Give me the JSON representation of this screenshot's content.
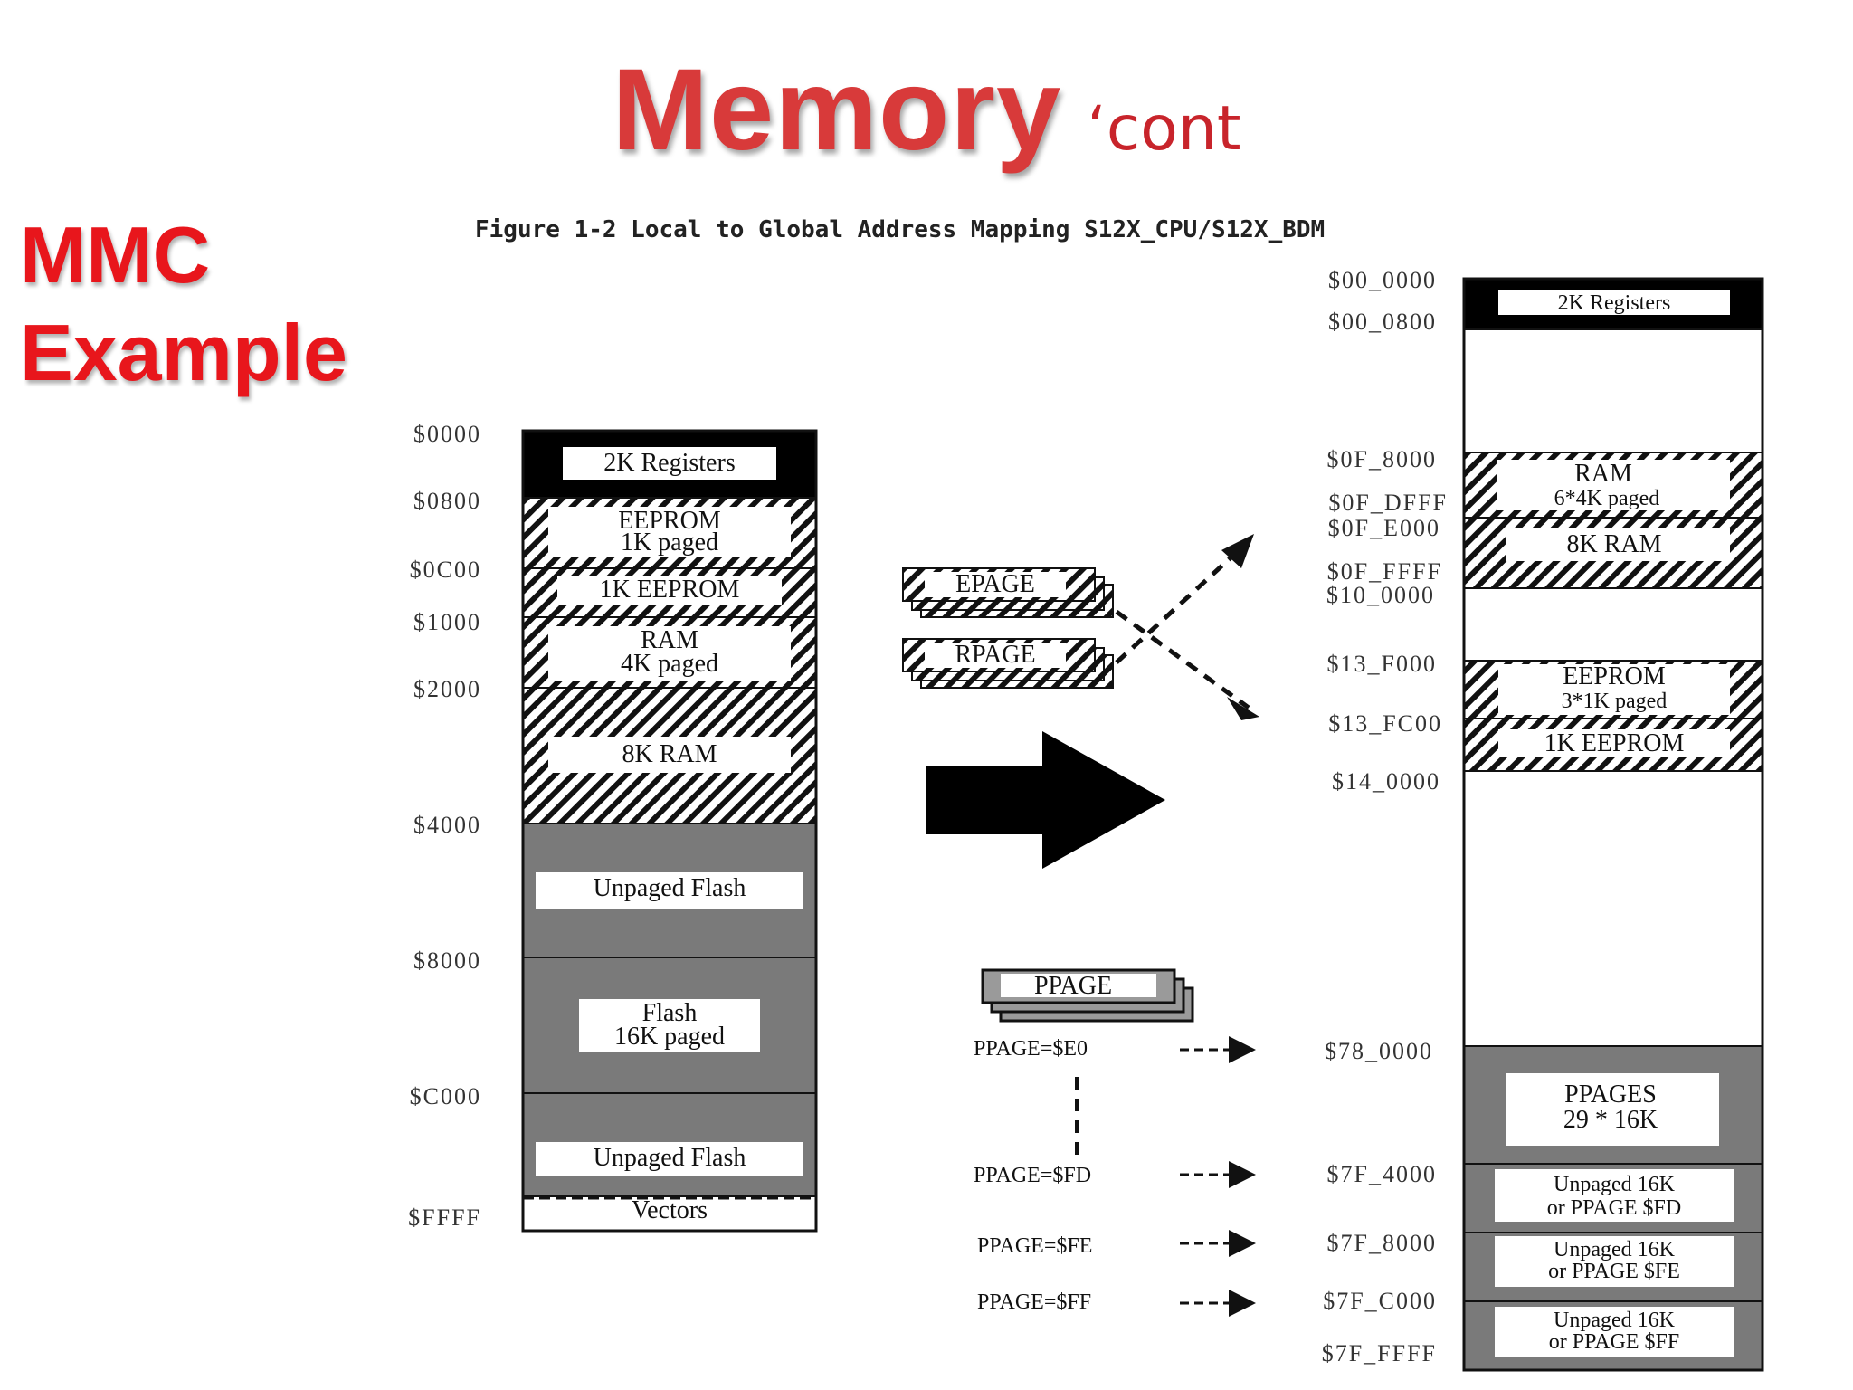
{
  "title": {
    "main": "Memory",
    "suffix": "‘cont"
  },
  "side_label": {
    "line1": "MMC",
    "line2": "Example"
  },
  "figure": {
    "caption": "Figure 1-2   Local to Global Address Mapping S12X_CPU/S12X_BDM",
    "local_addresses": [
      "$0000",
      "$0800",
      "$0C00",
      "$1000",
      "$2000",
      "$4000",
      "$8000",
      "$C000",
      "$FFFF"
    ],
    "local_blocks": {
      "registers": "2K Registers",
      "eeprom_paged_1": "EEPROM",
      "eeprom_paged_2": "1K paged",
      "eeprom_1k": "1K EEPROM",
      "ram_paged_1": "RAM",
      "ram_paged_2": "4K paged",
      "ram_8k": "8K RAM",
      "unpaged_flash_1": "Unpaged Flash",
      "flash_paged_1": "Flash",
      "flash_paged_2": "16K paged",
      "unpaged_flash_2": "Unpaged Flash",
      "vectors": "Vectors"
    },
    "page_registers": {
      "epage": "EPAGE",
      "rpage": "RPAGE",
      "ppage": "PPAGE"
    },
    "global_addresses": {
      "a1": "$00_0000",
      "a2": "$00_0800",
      "a3": "$0F_8000",
      "a4": "$0F_DFFF",
      "a5": "$0F_E000",
      "a6": "$0F_FFFF",
      "a7": "$10_0000",
      "a8": "$13_F000",
      "a9": "$13_FC00",
      "a10": "$14_0000",
      "a11": "$78_0000",
      "a12": "$7F_4000",
      "a13": "$7F_8000",
      "a14": "$7F_C000",
      "a15": "$7F_FFFF"
    },
    "ppage_values": {
      "p1": "PPAGE=$E0",
      "p2": "PPAGE=$FD",
      "p3": "PPAGE=$FE",
      "p4": "PPAGE=$FF"
    },
    "global_blocks": {
      "registers": "2K Registers",
      "ram_1": "RAM",
      "ram_2": "6*4K paged",
      "ram_8k": "8K RAM",
      "eeprom_1": "EEPROM",
      "eeprom_2": "3*1K paged",
      "eeprom_1k": "1K EEPROM",
      "ppages_1": "PPAGES",
      "ppages_2": "29 * 16K",
      "fd_1": "Unpaged 16K",
      "fd_2": "or PPAGE $FD",
      "fe_1": "Unpaged 16K",
      "fe_2": "or PPAGE $FE",
      "ff_1": "Unpaged 16K",
      "ff_2": "or PPAGE $FF"
    }
  }
}
